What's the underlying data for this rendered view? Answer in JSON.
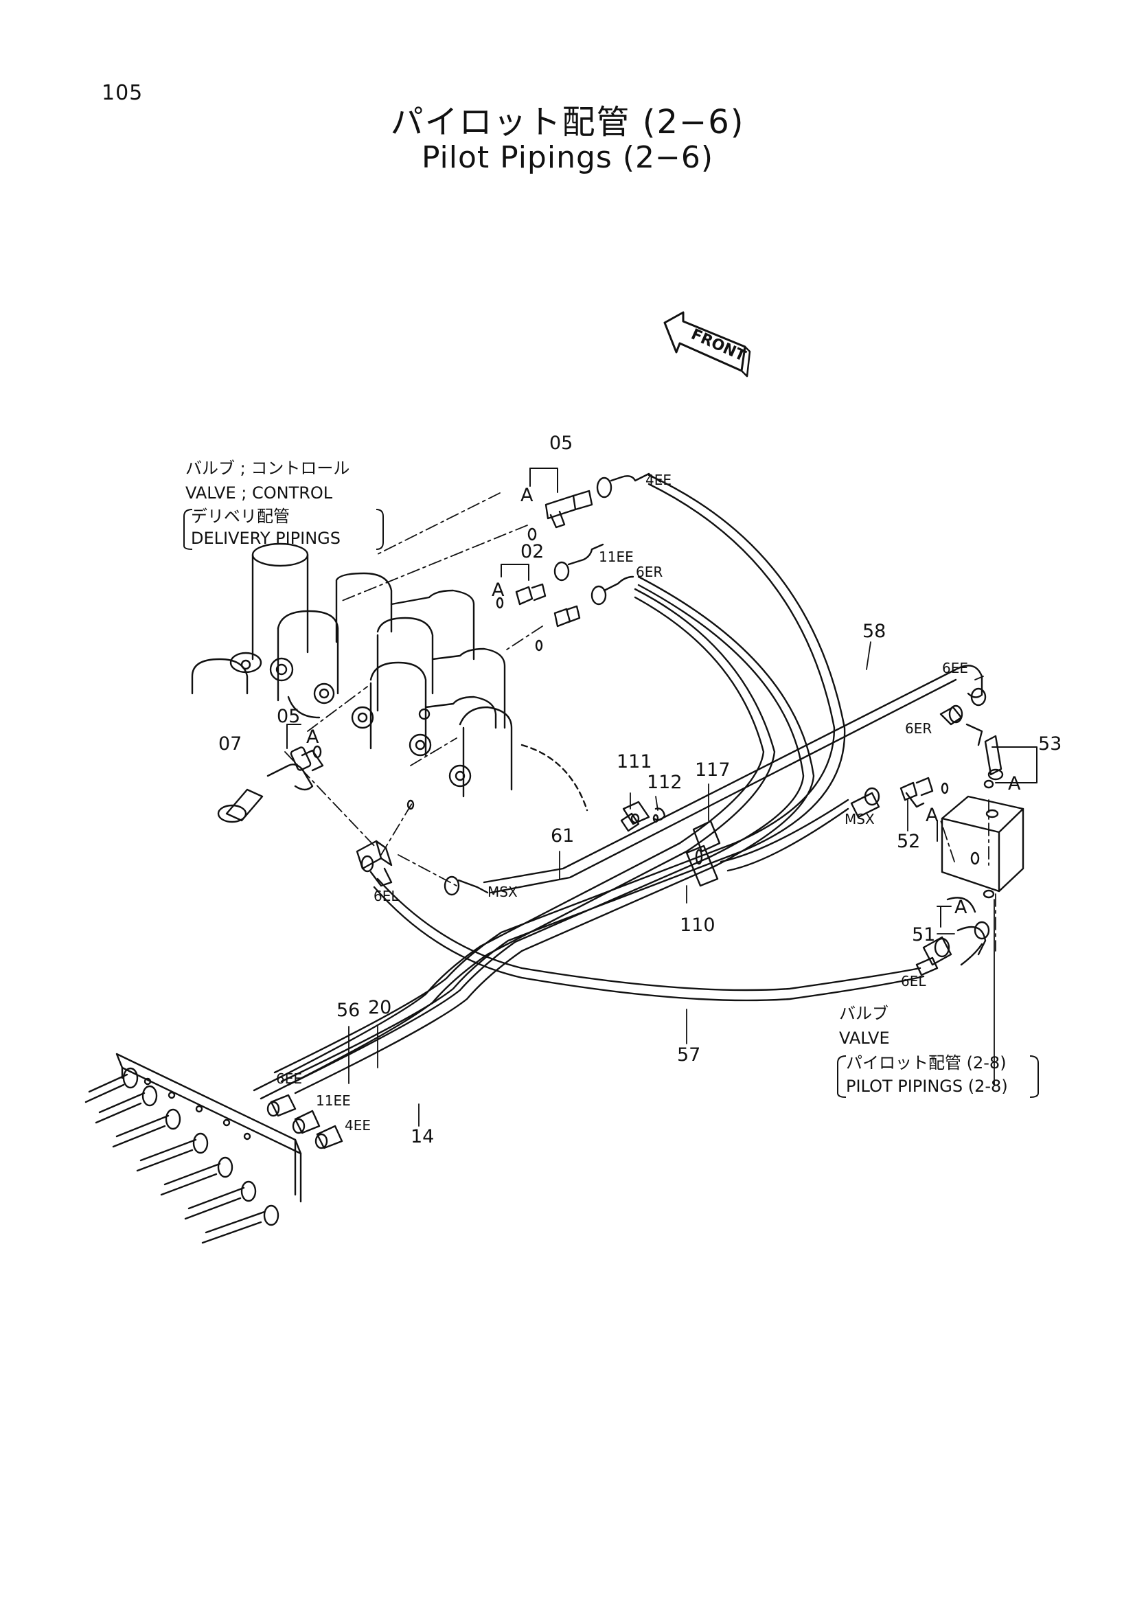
{
  "page_number": "105",
  "title_jp": "パイロット配管 (2−6)",
  "title_en": "Pilot Pipings (2−6)",
  "front_label": "FRONT",
  "notes": {
    "control_valve": {
      "line1": "バルブ ; コントロール",
      "line2": "VALVE ; CONTROL",
      "line3": "デリベリ配管",
      "line4": "DELIVERY PIPINGS"
    },
    "pilot_valve": {
      "line1": "バルブ",
      "line2": "VALVE",
      "line3": "パイロット配管 (2-8)",
      "line4": "PILOT PIPINGS (2-8)"
    }
  },
  "part_numbers": {
    "p05_top": "05",
    "p02": "02",
    "p05_left": "05",
    "p07": "07",
    "p58": "58",
    "p53": "53",
    "p111": "111",
    "p112": "112",
    "p117": "117",
    "p61": "61",
    "p110": "110",
    "p52": "52",
    "p51": "51",
    "p56": "56",
    "p20": "20",
    "p57": "57",
    "p14": "14"
  },
  "fitting_codes": {
    "c4ee_top": "4EE",
    "c11ee_top": "11EE",
    "c6er_top": "6ER",
    "c6ee_right": "6EE",
    "c6er_right": "6ER",
    "msx_right": "MSX",
    "msx_center": "MSX",
    "c6el_left": "6EL",
    "c6el_right": "6EL",
    "c6ee_bottom": "6EE",
    "c11ee_bottom": "11EE",
    "c4ee_bottom": "4EE"
  },
  "connection_letters": {
    "a1": "A",
    "a2": "A",
    "a3": "A",
    "a4": "A",
    "a5": "A",
    "a6": "A"
  }
}
